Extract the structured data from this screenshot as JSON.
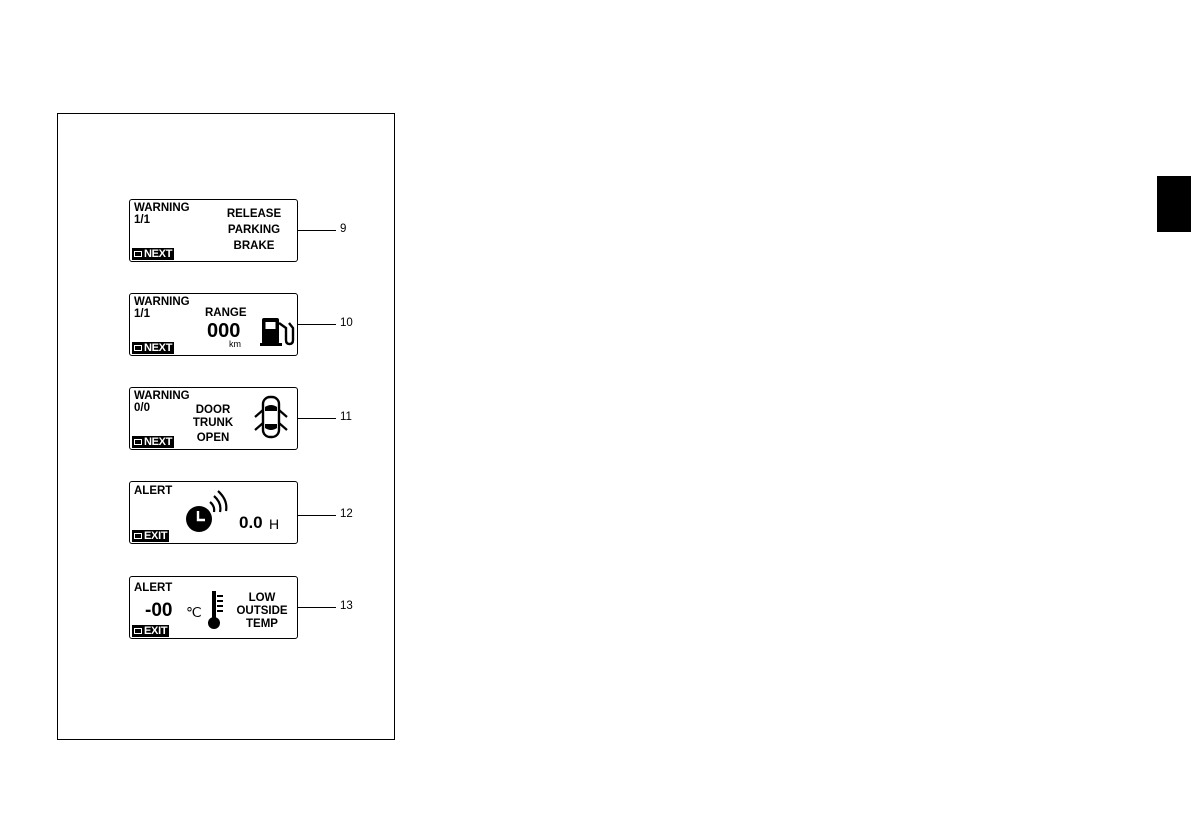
{
  "displays": [
    {
      "header": "WARNING",
      "count": "1/1",
      "message": [
        "RELEASE",
        "PARKING",
        "BRAKE"
      ],
      "key": "NEXT",
      "callout": "9"
    },
    {
      "header": "WARNING",
      "count": "1/1",
      "label": "RANGE",
      "value": "000",
      "unit": "km",
      "icon": "fuel-pump-icon",
      "key": "NEXT",
      "callout": "10"
    },
    {
      "header": "WARNING",
      "count": "0/0",
      "message": [
        "DOOR",
        "TRUNK",
        "OPEN"
      ],
      "icon": "car-doors-open-icon",
      "key": "NEXT",
      "callout": "11"
    },
    {
      "header": "ALERT",
      "value": "0.0",
      "unit": "H",
      "icon": "clock-alarm-icon",
      "key": "EXIT",
      "callout": "12"
    },
    {
      "header": "ALERT",
      "value": "-00",
      "unit": "℃",
      "message": [
        "LOW",
        "OUTSIDE",
        "TEMP"
      ],
      "icon": "thermometer-icon",
      "key": "EXIT",
      "callout": "13"
    }
  ]
}
